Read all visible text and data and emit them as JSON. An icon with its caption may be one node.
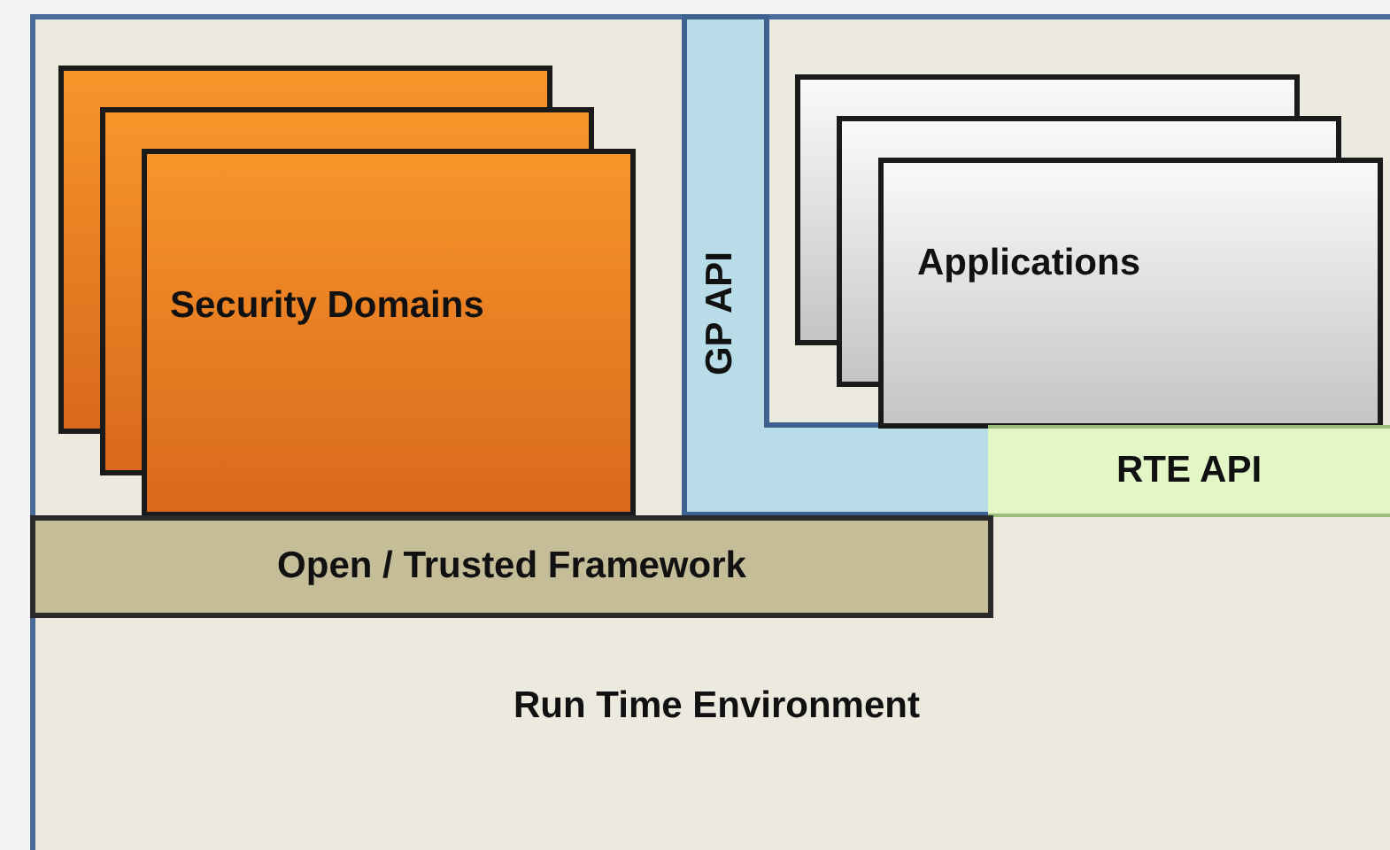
{
  "diagram": {
    "nodes": [
      {
        "text": [
          "Run Time Environment"
        ]
      },
      {
        "text": [
          "Security Domains"
        ],
        "in": 0
      },
      {
        "text": [
          "GP API"
        ],
        "in": 0
      },
      {
        "text": [
          "Applications"
        ],
        "in": 0
      },
      {
        "text": [
          "RTE API"
        ],
        "in": 0
      },
      {
        "text": [
          "Open / Trusted Framework"
        ],
        "in": 0
      }
    ]
  }
}
